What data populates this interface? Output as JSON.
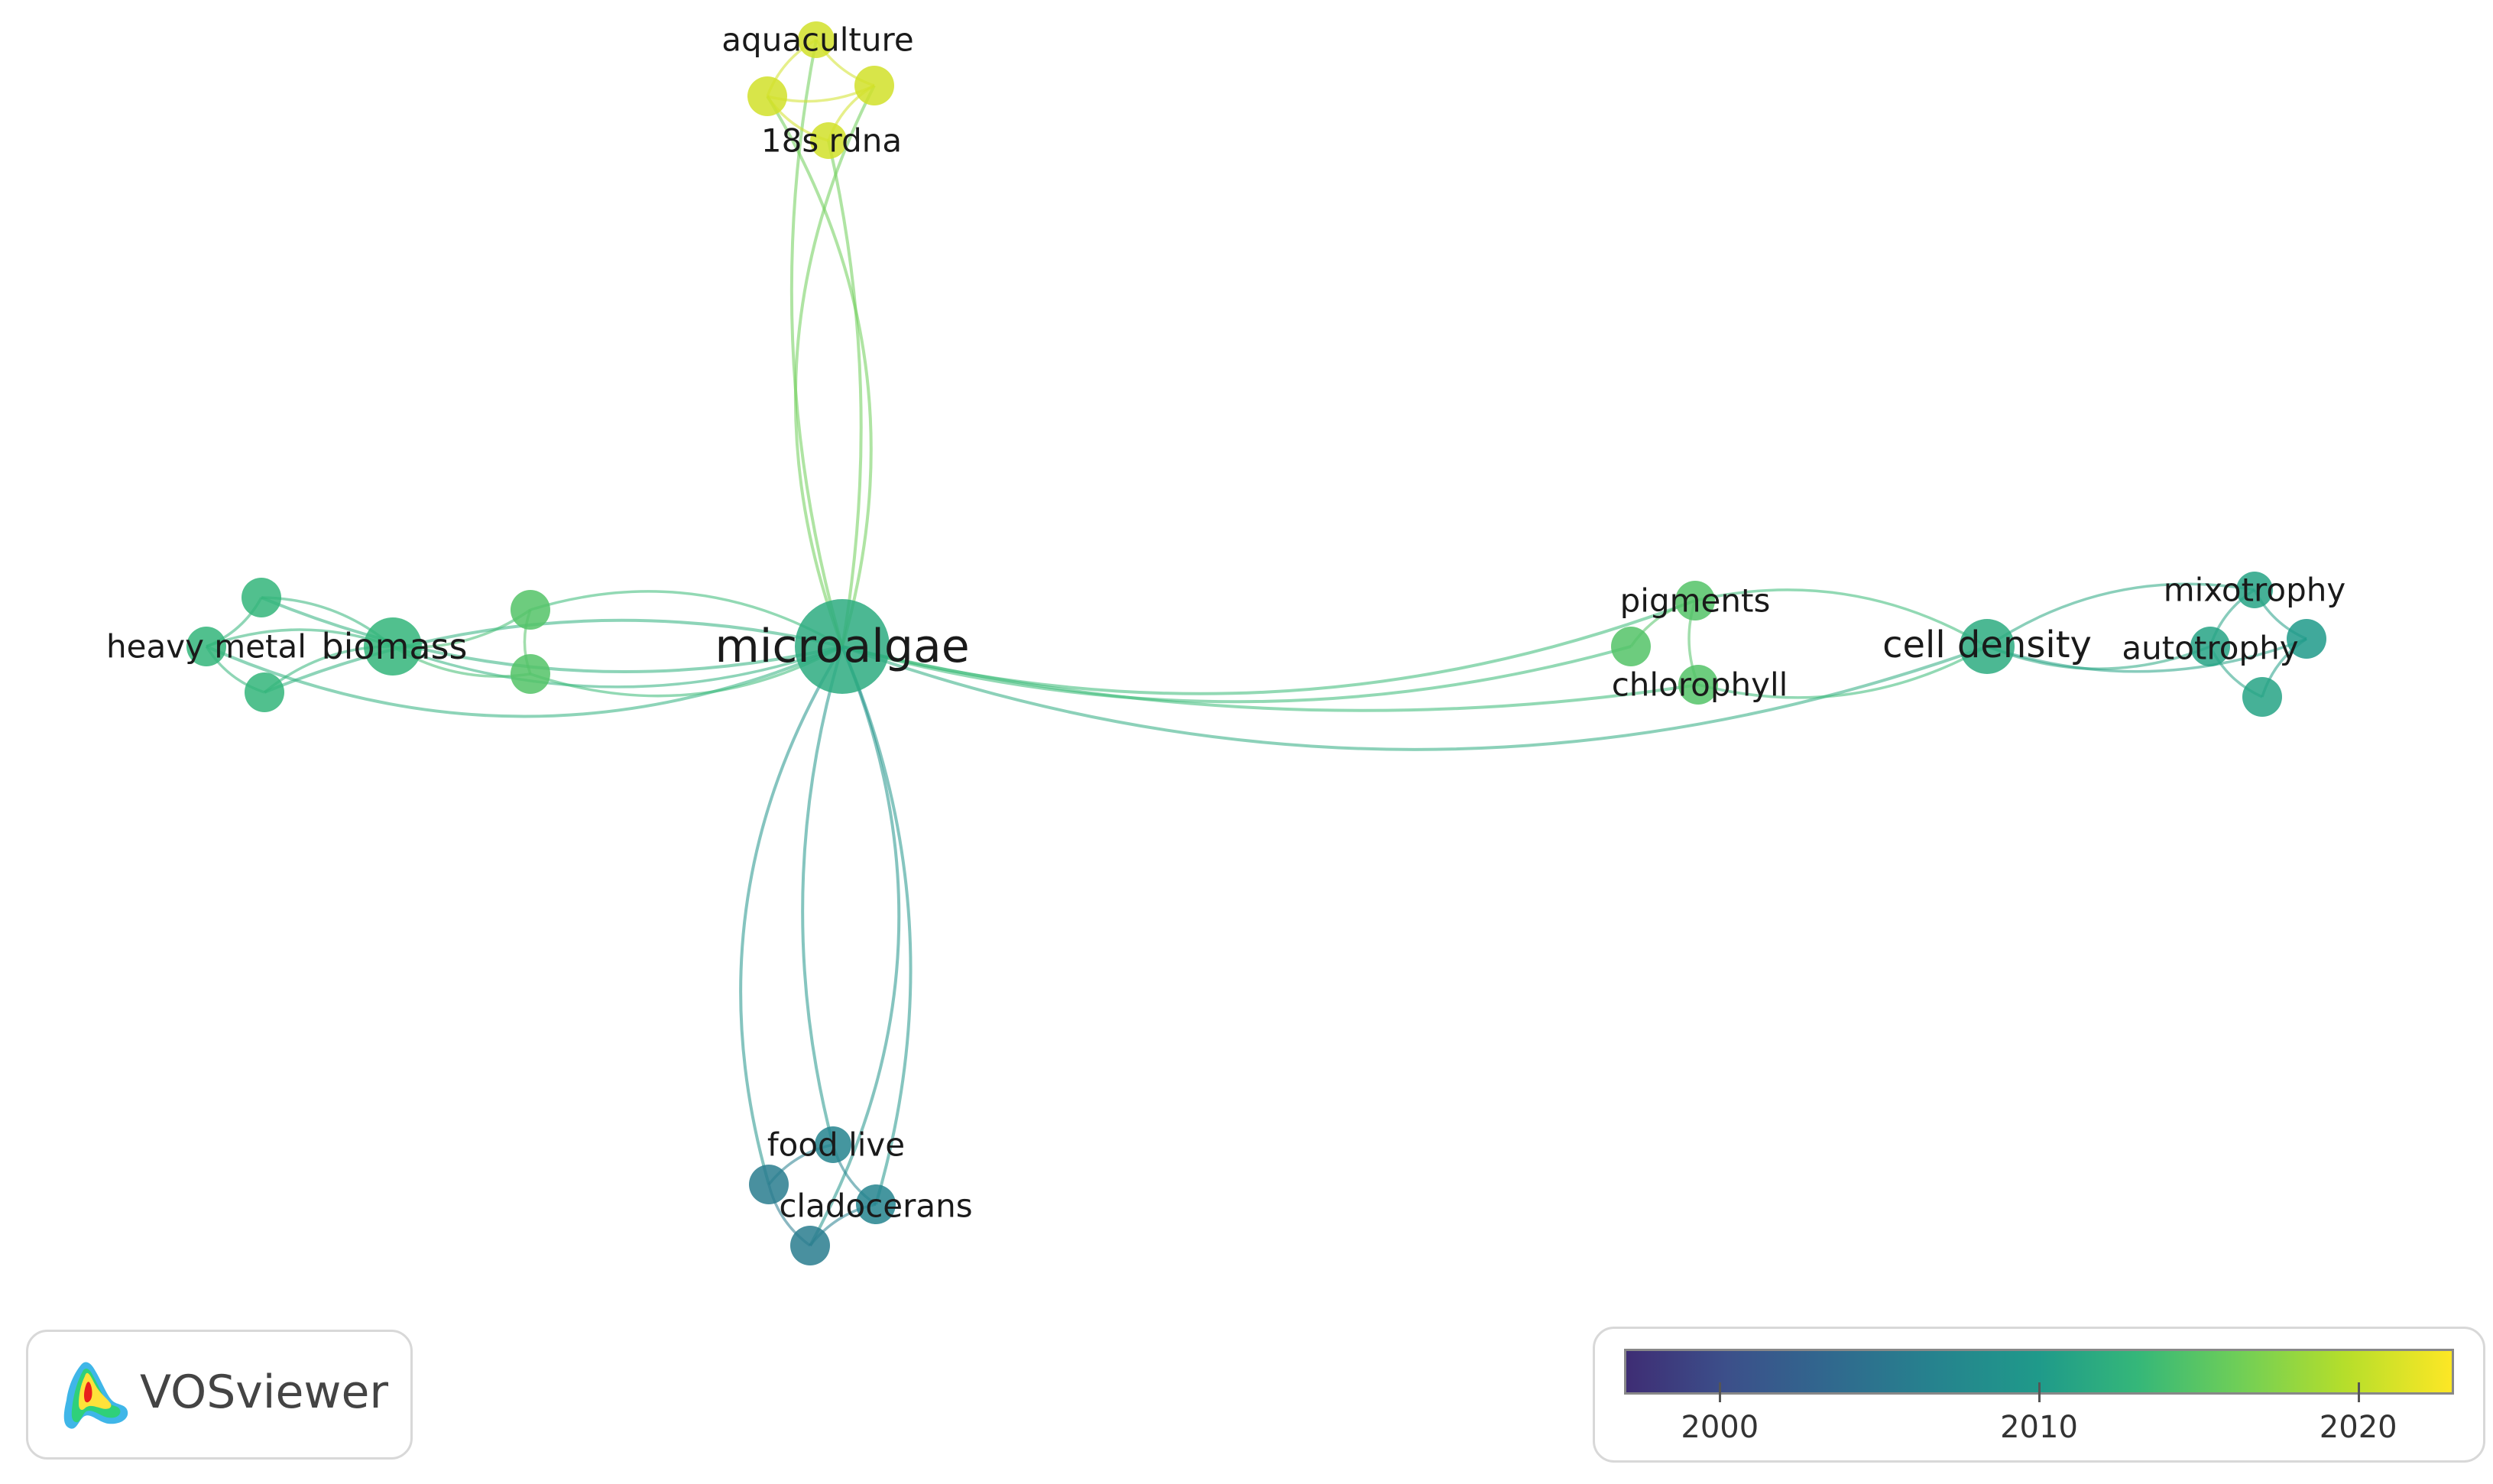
{
  "network": {
    "nodes": [
      {
        "id": "microalgae",
        "label": "microalgae",
        "year": 2012
      },
      {
        "id": "biomass",
        "label": "biomass",
        "year": 2013
      },
      {
        "id": "heavy_metal",
        "label": "heavy metal",
        "year": 2013
      },
      {
        "id": "bm_top",
        "label": "",
        "year": 2013
      },
      {
        "id": "bm_bottom",
        "label": "",
        "year": 2013
      },
      {
        "id": "bm_right_top",
        "label": "",
        "year": 2015
      },
      {
        "id": "bm_right_bottom",
        "label": "",
        "year": 2015
      },
      {
        "id": "aquaculture",
        "label": "aquaculture",
        "year": 2021
      },
      {
        "id": "aq_left",
        "label": "",
        "year": 2021
      },
      {
        "id": "aq_right",
        "label": "",
        "year": 2021
      },
      {
        "id": "18s_rdna",
        "label": "18s rdna",
        "year": 2021
      },
      {
        "id": "pigments",
        "label": "pigments",
        "year": 2015
      },
      {
        "id": "chlorophyll",
        "label": "chlorophyll",
        "year": 2015
      },
      {
        "id": "pg_left",
        "label": "",
        "year": 2015
      },
      {
        "id": "cell_density",
        "label": "cell density",
        "year": 2012
      },
      {
        "id": "mixotrophy",
        "label": "mixotrophy",
        "year": 2011
      },
      {
        "id": "autotrophy",
        "label": "autotrophy",
        "year": 2011
      },
      {
        "id": "mx_right",
        "label": "",
        "year": 2010
      },
      {
        "id": "mx_bottom",
        "label": "",
        "year": 2011
      },
      {
        "id": "food_live",
        "label": "food live",
        "year": 2007
      },
      {
        "id": "cladocerans",
        "label": "cladocerans",
        "year": 2007
      },
      {
        "id": "fl_left",
        "label": "",
        "year": 2006
      },
      {
        "id": "fl_bottom",
        "label": "",
        "year": 2006
      }
    ],
    "links": [
      [
        "microalgae",
        "biomass"
      ],
      [
        "microalgae",
        "heavy_metal"
      ],
      [
        "microalgae",
        "bm_top"
      ],
      [
        "microalgae",
        "bm_bottom"
      ],
      [
        "microalgae",
        "bm_right_top"
      ],
      [
        "microalgae",
        "bm_right_bottom"
      ],
      [
        "microalgae",
        "aquaculture"
      ],
      [
        "microalgae",
        "aq_left"
      ],
      [
        "microalgae",
        "aq_right"
      ],
      [
        "microalgae",
        "18s_rdna"
      ],
      [
        "microalgae",
        "pigments"
      ],
      [
        "microalgae",
        "pg_left"
      ],
      [
        "microalgae",
        "cell_density"
      ],
      [
        "microalgae",
        "chlorophyll"
      ],
      [
        "microalgae",
        "food_live"
      ],
      [
        "microalgae",
        "cladocerans"
      ],
      [
        "microalgae",
        "fl_left"
      ],
      [
        "microalgae",
        "fl_bottom"
      ],
      [
        "biomass",
        "heavy_metal"
      ],
      [
        "biomass",
        "bm_top"
      ],
      [
        "biomass",
        "bm_bottom"
      ],
      [
        "biomass",
        "bm_right_top"
      ],
      [
        "biomass",
        "bm_right_bottom"
      ],
      [
        "heavy_metal",
        "bm_top"
      ],
      [
        "heavy_metal",
        "bm_bottom"
      ],
      [
        "bm_right_top",
        "bm_right_bottom"
      ],
      [
        "aquaculture",
        "aq_left"
      ],
      [
        "aquaculture",
        "aq_right"
      ],
      [
        "aq_left",
        "18s_rdna"
      ],
      [
        "aq_right",
        "18s_rdna"
      ],
      [
        "aq_left",
        "aq_right"
      ],
      [
        "pigments",
        "chlorophyll"
      ],
      [
        "pigments",
        "pg_left"
      ],
      [
        "cell_density",
        "pigments"
      ],
      [
        "cell_density",
        "chlorophyll"
      ],
      [
        "cell_density",
        "mixotrophy"
      ],
      [
        "cell_density",
        "autotrophy"
      ],
      [
        "cell_density",
        "mx_right"
      ],
      [
        "mixotrophy",
        "autotrophy"
      ],
      [
        "mixotrophy",
        "mx_right"
      ],
      [
        "autotrophy",
        "mx_bottom"
      ],
      [
        "mx_right",
        "mx_bottom"
      ],
      [
        "food_live",
        "cladocerans"
      ],
      [
        "food_live",
        "fl_left"
      ],
      [
        "fl_left",
        "fl_bottom"
      ],
      [
        "cladocerans",
        "fl_bottom"
      ]
    ]
  },
  "legend": {
    "year_min": 1997,
    "year_max": 2023,
    "ticks": [
      "2000",
      "2010",
      "2020"
    ]
  },
  "logo": {
    "text": "VOSviewer"
  }
}
